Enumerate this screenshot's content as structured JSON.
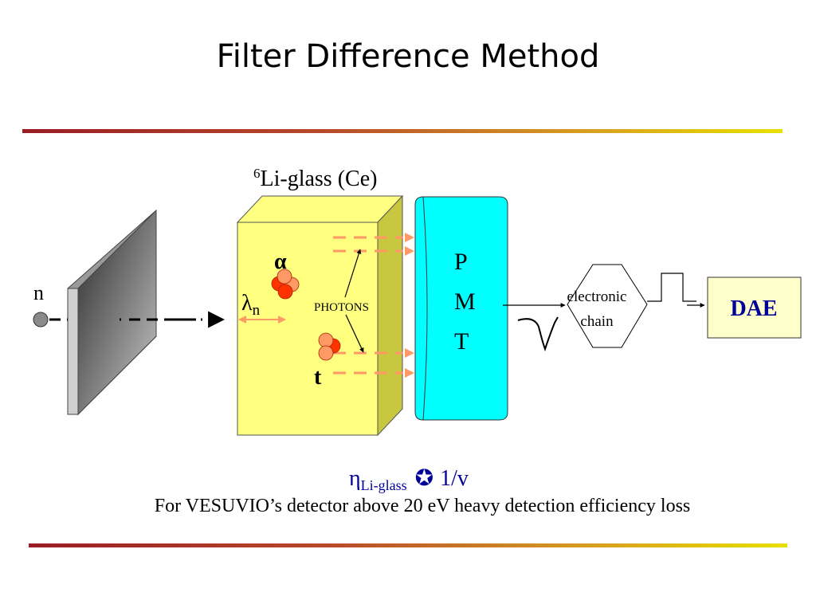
{
  "slide": {
    "title": "Filter Difference Method"
  },
  "labels": {
    "li_glass_sup": "6",
    "li_glass": "Li-glass (Ce)",
    "neutron": "n",
    "alpha": "α",
    "triton": "t",
    "lambda": "λ",
    "lambda_sub": "n",
    "photons": "PHOTONS",
    "pmt": [
      "P",
      "M",
      "T"
    ],
    "electronic_chain": [
      "electronic",
      "chain"
    ],
    "dae": "DAE"
  },
  "formula": {
    "eta": "η",
    "eta_sub": "Li-glass",
    "proportional_symbol": "✪",
    "rhs": "1/v"
  },
  "caption": "For VESUVIO’s detector above 20 eV heavy detection efficiency loss",
  "colors": {
    "rule_start": "#9b1c24",
    "rule_end": "#e8e000",
    "glass_front": "#ffff80",
    "glass_side": "#c8c840",
    "pmt": "#00ffff",
    "dae_box": "#ffffcc",
    "dae_text": "#000099",
    "formula": "#000099",
    "photon_dash": "#ff9966",
    "nucleus": "#ff3300",
    "nucleus_light": "#ff9966"
  }
}
